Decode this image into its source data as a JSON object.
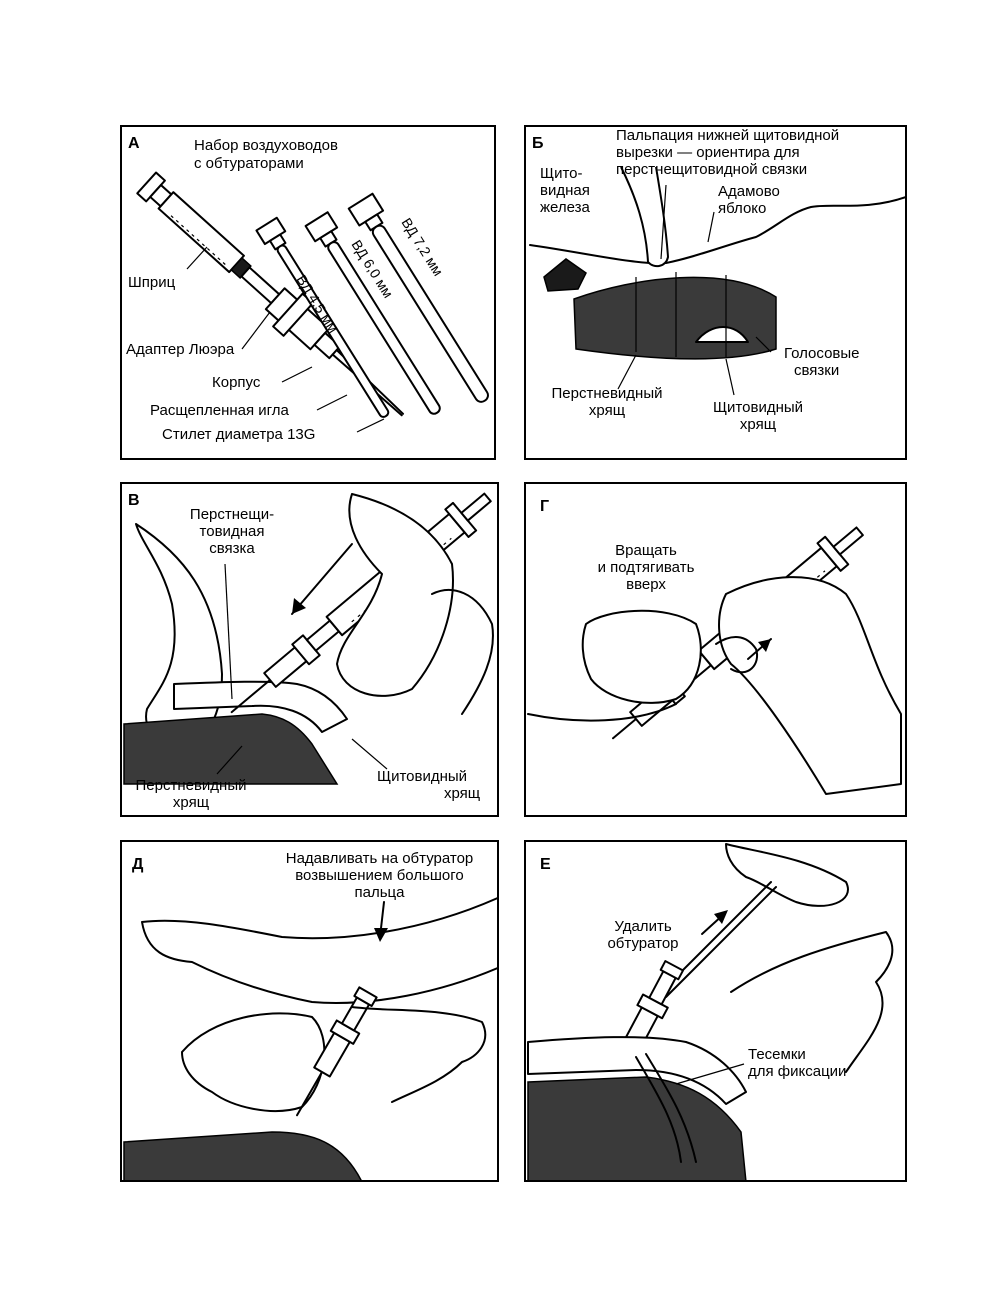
{
  "panels": {
    "a": {
      "letter": "А",
      "title_1": "Набор воздуховодов",
      "title_2": "с обтураторами",
      "syringe": "Шприц",
      "luer": "Адаптер Люэра",
      "body": "Корпус",
      "needle": "Расщепленная игла",
      "stylet": "Стилет диаметра 13G",
      "tube_45": "ВД 4,5 мм",
      "tube_60": "ВД 6,0 мм",
      "tube_72": "ВД 7,2 мм"
    },
    "b": {
      "letter": "Б",
      "palp_1": "Пальпация нижней щитовидной",
      "palp_2": "вырезки — ориентира для",
      "palp_3": "перстнещитовидной связки",
      "adam_1": "Адамово",
      "adam_2": "яблоко",
      "gland_1": "Щито-",
      "gland_2": "видная",
      "gland_3": "железа",
      "vocal_1": "Голосовые",
      "vocal_2": "связки",
      "cricoid_1": "Перстневидный",
      "cricoid_2": "хрящ",
      "thyroid_1": "Щитовидный",
      "thyroid_2": "хрящ"
    },
    "v": {
      "letter": "В",
      "lig_1": "Перстнещи-",
      "lig_2": "товидная",
      "lig_3": "связка",
      "cricoid_1": "Перстневидный",
      "cricoid_2": "хрящ",
      "thyroid_1": "Щитовидный",
      "thyroid_2": "хрящ"
    },
    "g": {
      "letter": "Г",
      "rotate_1": "Вращать",
      "rotate_2": "и подтягивать",
      "rotate_3": "вверх"
    },
    "d": {
      "letter": "Д",
      "press_1": "Надавливать на обтуратор",
      "press_2": "возвышением большого",
      "press_3": "пальца"
    },
    "e": {
      "letter": "Е",
      "remove_1": "Удалить",
      "remove_2": "обтуратор",
      "ties_1": "Тесемки",
      "ties_2": "для фиксации"
    }
  }
}
